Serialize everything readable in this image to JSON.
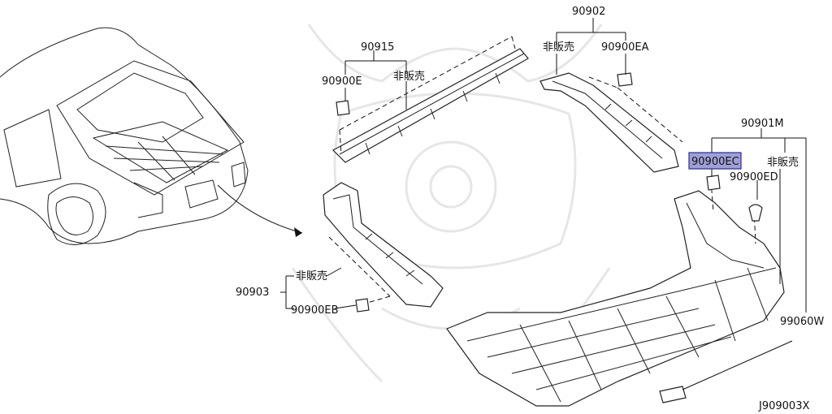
{
  "diagram": {
    "page_code": "J909003X",
    "callouts": {
      "p90902": "90902",
      "p90915": "90915",
      "p90900E": "90900E",
      "hinbai_top": "非販売",
      "hinbai_right_top": "非販売",
      "p90900EA": "90900EA",
      "p90901M": "90901M",
      "p90900EC": "90900EC",
      "hinbai_right": "非販売",
      "p90900ED": "90900ED",
      "p90903": "90903",
      "hinbai_left": "非販売",
      "p90900EB": "90900EB",
      "p99060W": "99060W"
    },
    "highlight_color": "#9f9fd8"
  }
}
